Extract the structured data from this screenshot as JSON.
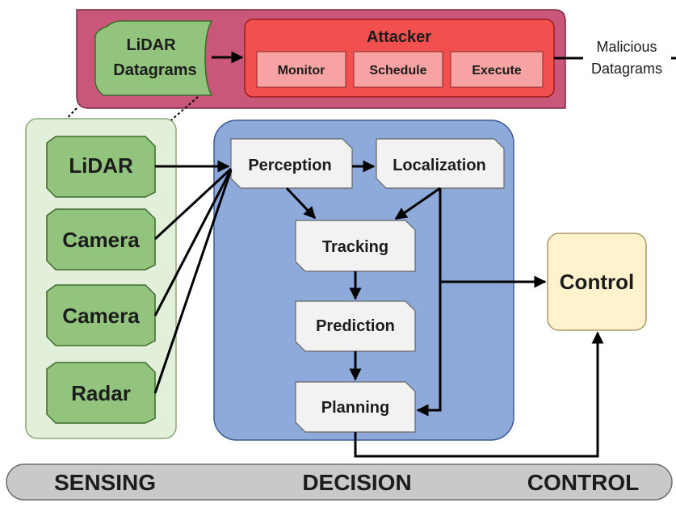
{
  "attack_box": {
    "source": [
      "LiDAR",
      "Datagrams"
    ],
    "attacker": {
      "title": "Attacker",
      "steps": [
        "Monitor",
        "Schedule",
        "Execute"
      ]
    },
    "output": [
      "Malicious",
      "Datagrams"
    ]
  },
  "sensors": [
    "LiDAR",
    "Camera",
    "Camera",
    "Radar"
  ],
  "decision_modules": {
    "perception": "Perception",
    "localization": "Localization",
    "tracking": "Tracking",
    "prediction": "Prediction",
    "planning": "Planning"
  },
  "control": "Control",
  "stages": [
    "SENSING",
    "DECISION",
    "CONTROL"
  ],
  "colors": {
    "attack_panel": "#c9577a",
    "attacker": "#f24f4f",
    "attacker_step": "#f7a3a3",
    "sensing_panel": "#e2efda",
    "sensor": "#93c47d",
    "decision_panel": "#8eaadb",
    "module": "#f2f2f2",
    "control": "#fff2cc",
    "stage_bar": "#c9c9c9"
  }
}
